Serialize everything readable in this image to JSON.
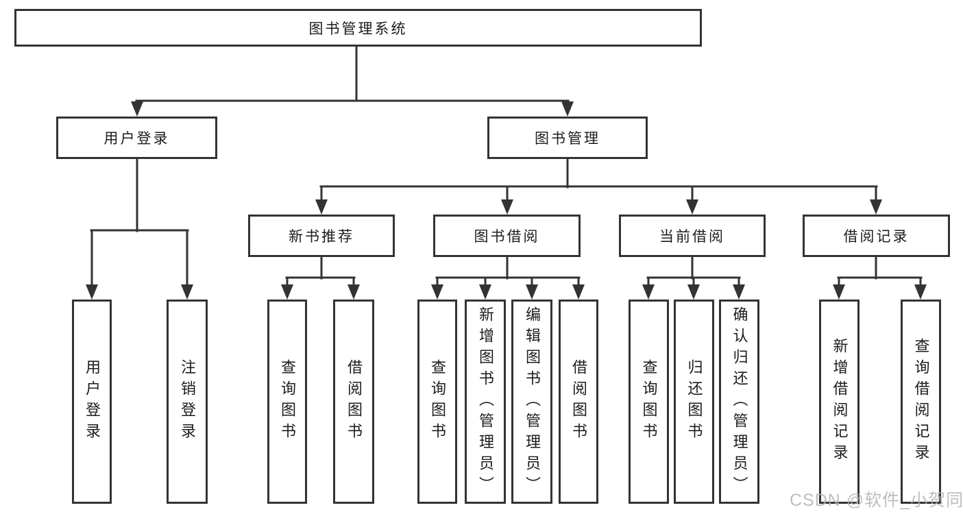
{
  "tree": {
    "label": "图书管理系统",
    "children": [
      {
        "label": "用户登录",
        "children": [
          {
            "label": "用户登录"
          },
          {
            "label": "注销登录"
          }
        ]
      },
      {
        "label": "图书管理",
        "children": [
          {
            "label": "新书推荐",
            "children": [
              {
                "label": "查询图书"
              },
              {
                "label": "借阅图书"
              }
            ]
          },
          {
            "label": "图书借阅",
            "children": [
              {
                "label": "查询图书"
              },
              {
                "label": "新增图书（管理员）"
              },
              {
                "label": "编辑图书（管理员）"
              },
              {
                "label": "借阅图书"
              }
            ]
          },
          {
            "label": "当前借阅",
            "children": [
              {
                "label": "查询图书"
              },
              {
                "label": "归还图书"
              },
              {
                "label": "确认归还（管理员）"
              }
            ]
          },
          {
            "label": "借阅记录",
            "children": [
              {
                "label": "新增借阅记录"
              },
              {
                "label": "查询借阅记录"
              }
            ]
          }
        ]
      }
    ]
  },
  "watermark": {
    "text": "CSDN @软件_小贺同学"
  },
  "colors": {
    "line": "#333333",
    "box_border": "#333333",
    "box_fill": "#ffffff",
    "text": "#1c1c1c",
    "watermark": "#b3b3b3"
  }
}
